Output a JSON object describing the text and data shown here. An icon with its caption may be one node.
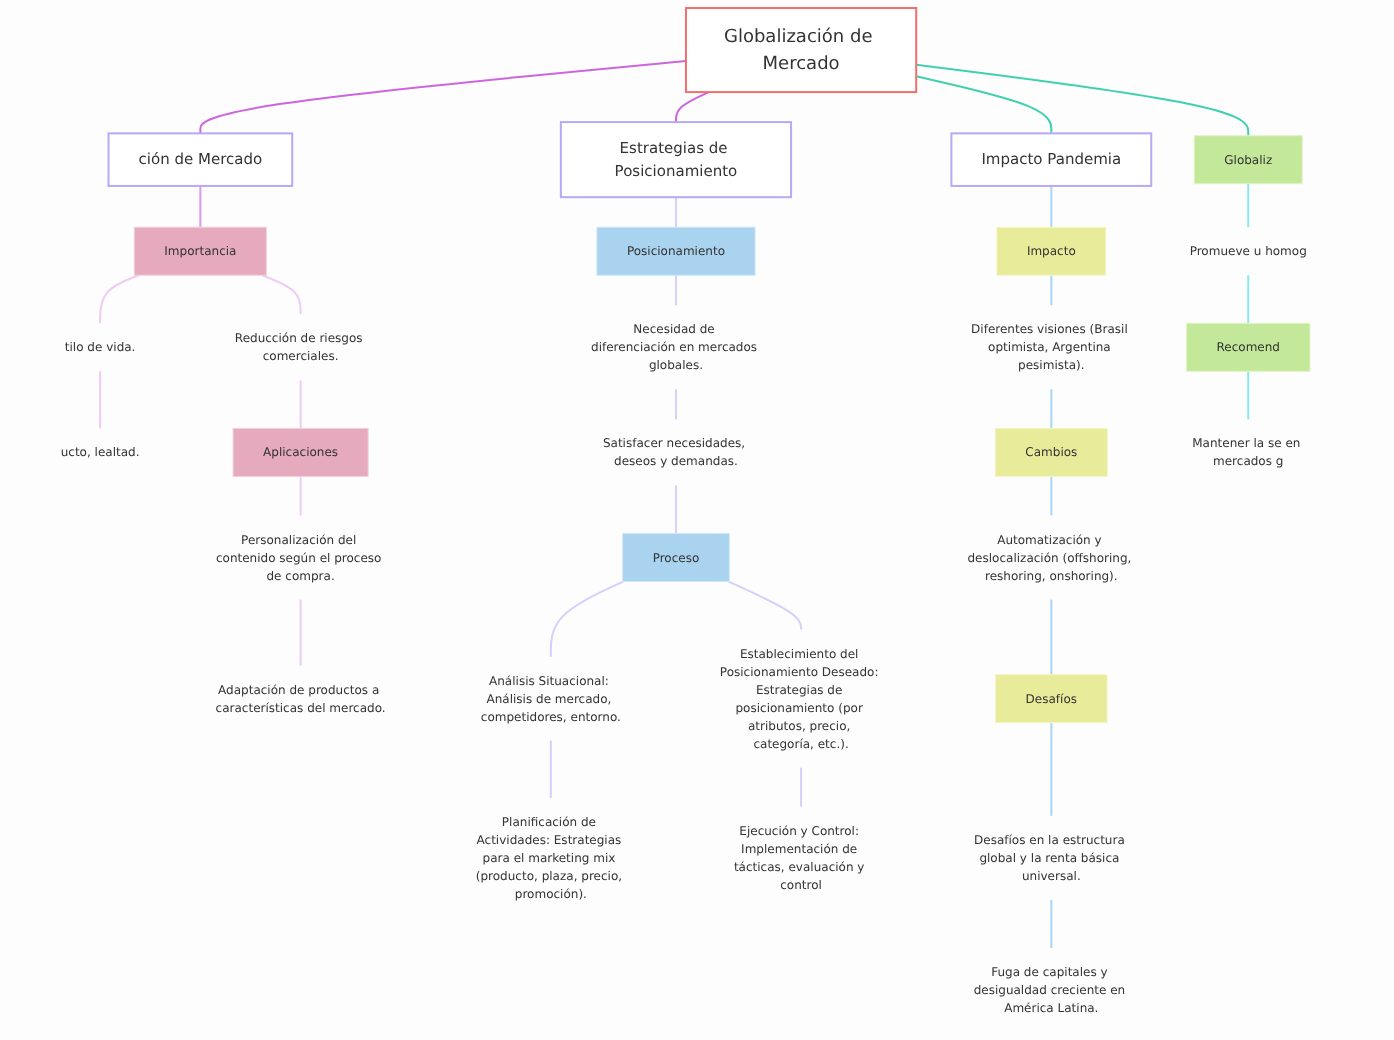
{
  "diagram": {
    "nodes": [
      {
        "text": [
          "Globalización de Mercado"
        ]
      },
      {
        "text": [
          "ción de Mercado"
        ]
      },
      {
        "text": [
          "Importancia"
        ]
      },
      {
        "text": [
          "tilo de vida."
        ]
      },
      {
        "text": [
          "ucto, lealtad."
        ]
      },
      {
        "text": [
          "Reducción de riesgos comerciales."
        ]
      },
      {
        "text": [
          "Aplicaciones"
        ]
      },
      {
        "text": [
          "Personalización del contenido según el proceso de compra."
        ]
      },
      {
        "text": [
          "Adaptación de productos a características del mercado."
        ]
      },
      {
        "text": [
          "Estrategias de Posicionamiento"
        ]
      },
      {
        "text": [
          "Posicionamiento"
        ]
      },
      {
        "text": [
          "Necesidad de diferenciación en mercados globales."
        ]
      },
      {
        "text": [
          "Satisfacer necesidades, deseos y demandas."
        ]
      },
      {
        "text": [
          "Proceso"
        ]
      },
      {
        "text": [
          "Análisis Situacional: Análisis de mercado, competidores, entorno."
        ]
      },
      {
        "text": [
          "Planificación de Actividades: Estrategias para el marketing mix (producto, plaza, precio, promoción)."
        ]
      },
      {
        "text": [
          "Establecimiento del Posicionamiento Deseado: Estrategias de posicionamiento (por atributos, precio, categoría, etc.)."
        ]
      },
      {
        "text": [
          "Ejecución y Control: Implementación de tácticas, evaluación y control"
        ]
      },
      {
        "text": [
          "Impacto Pandemia"
        ]
      },
      {
        "text": [
          "Impacto"
        ]
      },
      {
        "text": [
          "Diferentes visiones (Brasil optimista, Argentina pesimista)."
        ]
      },
      {
        "text": [
          "Cambios"
        ]
      },
      {
        "text": [
          "Automatización y deslocalización (offshoring, reshoring, onshoring)."
        ]
      },
      {
        "text": [
          "Desafíos"
        ]
      },
      {
        "text": [
          "Desafíos en la estructura global y la renta básica universal."
        ]
      },
      {
        "text": [
          "Fuga de capitales y desigualdad creciente en América Latina."
        ]
      },
      {
        "text": [
          "Globaliz"
        ]
      },
      {
        "text": [
          "Promueve u homog"
        ]
      },
      {
        "text": [
          "Recomend"
        ]
      },
      {
        "text": [
          "Mantener la se en mercados g"
        ]
      }
    ],
    "edges": [
      {
        "from": 0,
        "to": 1,
        "arrow": "none",
        "color": "#cc66dd"
      },
      {
        "from": 0,
        "to": 9,
        "arrow": "none",
        "color": "#cc66dd"
      },
      {
        "from": 0,
        "to": 18,
        "arrow": "none",
        "color": "#40d0b0"
      },
      {
        "from": 0,
        "to": 26,
        "arrow": "none",
        "color": "#40d0b0"
      },
      {
        "from": 1,
        "to": 2,
        "arrow": "none",
        "color": "#dd99ee"
      },
      {
        "from": 2,
        "to": 3,
        "arrow": "none",
        "color": "#eeccf5"
      },
      {
        "from": 3,
        "to": 4,
        "arrow": "none",
        "color": "#eeccf5"
      },
      {
        "from": 2,
        "to": 5,
        "arrow": "none",
        "color": "#eeccf5"
      },
      {
        "from": 5,
        "to": 6,
        "arrow": "none",
        "color": "#eeccf5"
      },
      {
        "from": 6,
        "to": 7,
        "arrow": "none",
        "color": "#eeccf5"
      },
      {
        "from": 7,
        "to": 8,
        "arrow": "none",
        "color": "#eeccf5"
      },
      {
        "from": 9,
        "to": 10,
        "arrow": "none",
        "color": "#d4d0fa"
      },
      {
        "from": 10,
        "to": 11,
        "arrow": "none",
        "color": "#d4d0fa"
      },
      {
        "from": 11,
        "to": 12,
        "arrow": "none",
        "color": "#d4d0fa"
      },
      {
        "from": 12,
        "to": 13,
        "arrow": "none",
        "color": "#d4d0fa"
      },
      {
        "from": 13,
        "to": 14,
        "arrow": "none",
        "color": "#d4d0fa"
      },
      {
        "from": 14,
        "to": 15,
        "arrow": "none",
        "color": "#d4d0fa"
      },
      {
        "from": 13,
        "to": 16,
        "arrow": "none",
        "color": "#d4d0fa"
      },
      {
        "from": 16,
        "to": 17,
        "arrow": "none",
        "color": "#d4d0fa"
      },
      {
        "from": 18,
        "to": 19,
        "arrow": "none",
        "color": "#a8d4f5"
      },
      {
        "from": 19,
        "to": 20,
        "arrow": "none",
        "color": "#a8d4f5"
      },
      {
        "from": 20,
        "to": 21,
        "arrow": "none",
        "color": "#a8d4f5"
      },
      {
        "from": 21,
        "to": 22,
        "arrow": "none",
        "color": "#a8d4f5"
      },
      {
        "from": 22,
        "to": 23,
        "arrow": "none",
        "color": "#a8d4f5"
      },
      {
        "from": 23,
        "to": 24,
        "arrow": "none",
        "color": "#a8d4f5"
      },
      {
        "from": 24,
        "to": 25,
        "arrow": "none",
        "color": "#a8d4f5"
      },
      {
        "from": 26,
        "to": 27,
        "arrow": "none",
        "color": "#88e8f0"
      },
      {
        "from": 27,
        "to": 28,
        "arrow": "none",
        "color": "#88e8f0"
      },
      {
        "from": 28,
        "to": 29,
        "arrow": "none",
        "color": "#88e8f0"
      }
    ]
  }
}
